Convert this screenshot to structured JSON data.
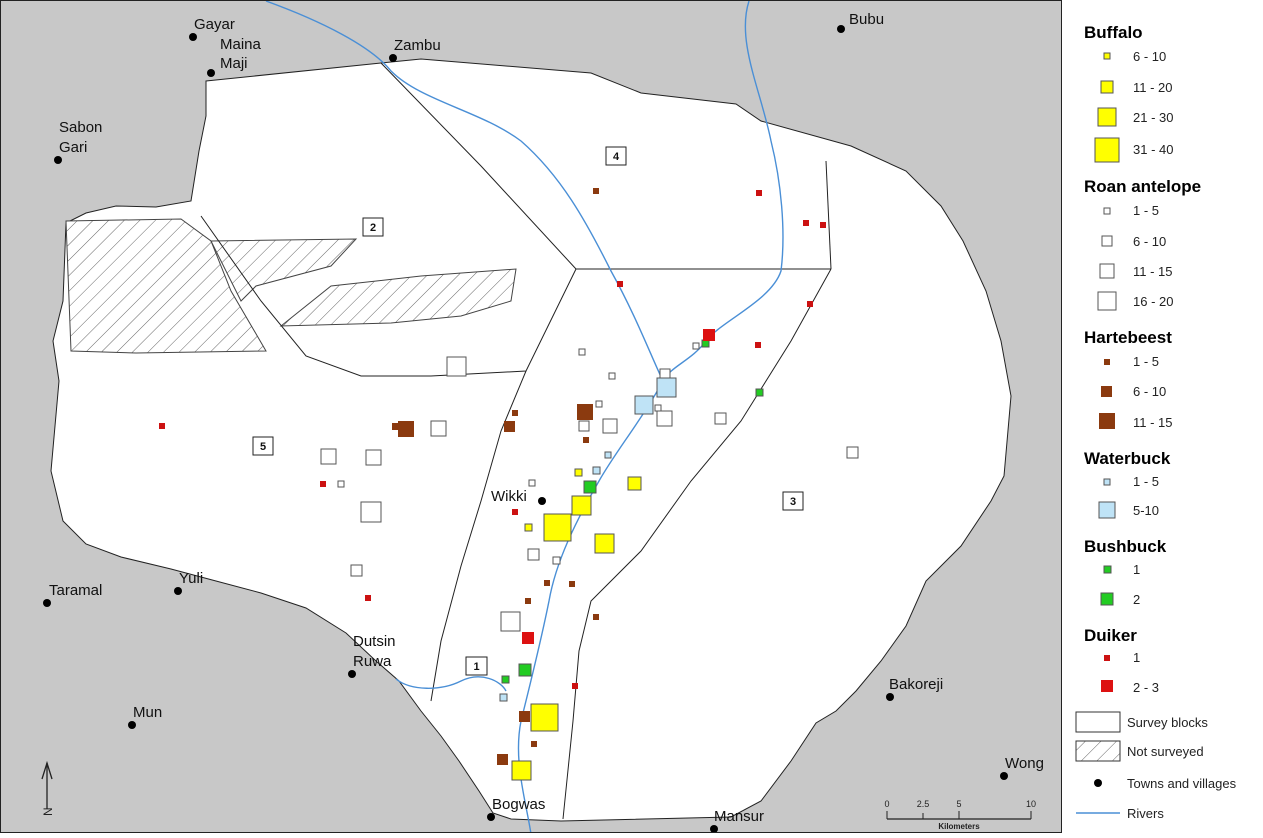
{
  "map": {
    "towns": [
      {
        "name": "Gayar"
      },
      {
        "name": "Maina"
      },
      {
        "name": "Maji"
      },
      {
        "name": "Zambu"
      },
      {
        "name": "Bubu"
      },
      {
        "name": "Sabon"
      },
      {
        "name": "Gari"
      },
      {
        "name": "Wikki"
      },
      {
        "name": "Taramal"
      },
      {
        "name": "Yuli"
      },
      {
        "name": "Dutsin"
      },
      {
        "name": "Ruwa"
      },
      {
        "name": "Mun"
      },
      {
        "name": "Bogwas"
      },
      {
        "name": "Mansur"
      },
      {
        "name": "Bakoreji"
      },
      {
        "name": "Wong"
      }
    ],
    "blocks": [
      "1",
      "2",
      "3",
      "4",
      "5"
    ],
    "north_label": "N",
    "scale": {
      "ticks": [
        "0",
        "2.5",
        "5",
        "10"
      ],
      "unit": "Kilometers"
    }
  },
  "legend": {
    "groups": [
      {
        "title": "Buffalo",
        "color": "#ffff00",
        "items": [
          "6 - 10",
          "11 - 20",
          "21 - 30",
          "31 - 40"
        ]
      },
      {
        "title": "Roan antelope",
        "color": "#ffffff",
        "items": [
          "1 - 5",
          "6 - 10",
          "11 - 15",
          "16 - 20"
        ]
      },
      {
        "title": "Hartebeest",
        "color": "#8b3a0f",
        "items": [
          "1 - 5",
          "6 - 10",
          "11 - 15"
        ]
      },
      {
        "title": "Waterbuck",
        "color": "#bfe3f6",
        "items": [
          "1 - 5",
          "5-10"
        ]
      },
      {
        "title": "Bushbuck",
        "color": "#22cc22",
        "items": [
          "1",
          "2"
        ]
      },
      {
        "title": "Duiker",
        "color": "#dd1111",
        "items": [
          "1",
          "2 - 3"
        ]
      }
    ],
    "base": {
      "survey_blocks": "Survey blocks",
      "not_surveyed": "Not surveyed",
      "towns": "Towns and villages",
      "rivers": "Rivers"
    }
  }
}
